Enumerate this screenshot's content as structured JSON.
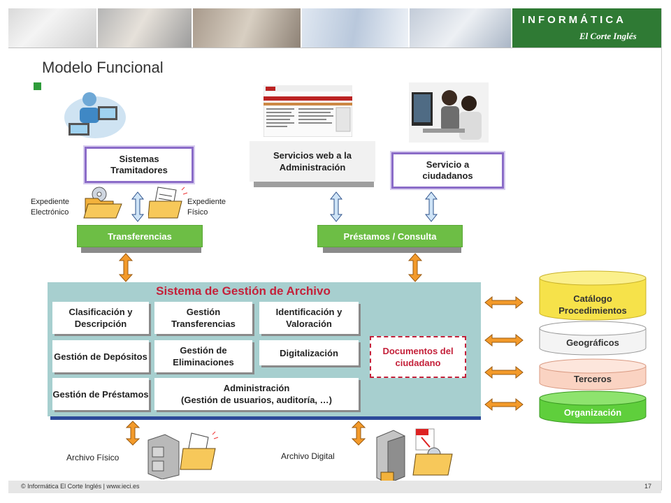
{
  "header": {
    "brand_line1": "INFORMÁTICA",
    "brand_line2": "El Corte Inglés"
  },
  "slide": {
    "title": "Modelo Funcional",
    "page_number": "17",
    "footer_text": "© Informática El Corte Inglés | www.ieci.es"
  },
  "top": {
    "sistemas_tramitadores": "Sistemas Tramitadores",
    "servicios_web": "Servicios web a la Administración",
    "servicio_ciudadanos": "Servicio a ciudadanos",
    "expediente_electronico": "Expediente Electrónico",
    "expediente_fisico": "Expediente Físico",
    "transferencias": "Transferencias",
    "prestamos_consulta": "Préstamos / Consulta"
  },
  "system": {
    "title": "Sistema de Gestión de Archivo",
    "modules": {
      "clasificacion": "Clasificación y Descripción",
      "gestion_transferencias": "Gestión Transferencias",
      "identificacion": "Identificación y Valoración",
      "depositos": "Gestión de Depósitos",
      "eliminaciones": "Gestión de Eliminaciones",
      "digitalizacion": "Digitalización",
      "prestamos": "Gestión de Préstamos",
      "administracion_l1": "Administración",
      "administracion_l2": "(Gestión de usuarios, auditoría, …)"
    },
    "documentos": "Documentos del ciudadano"
  },
  "databases": {
    "catalogo": "Catálogo Procedimientos",
    "geograficos": "Geográficos",
    "terceros": "Terceros",
    "organizacion": "Organización"
  },
  "bottom": {
    "archivo_fisico": "Archivo Físico",
    "archivo_digital": "Archivo Digital"
  },
  "colors": {
    "brand_green": "#2f7a34",
    "bar_green": "#6dbe45",
    "system_teal": "#a7cfcf",
    "title_red": "#c4213a",
    "arrow_orange": "#f39a2a",
    "arrow_blue": "#cfe4f7"
  }
}
